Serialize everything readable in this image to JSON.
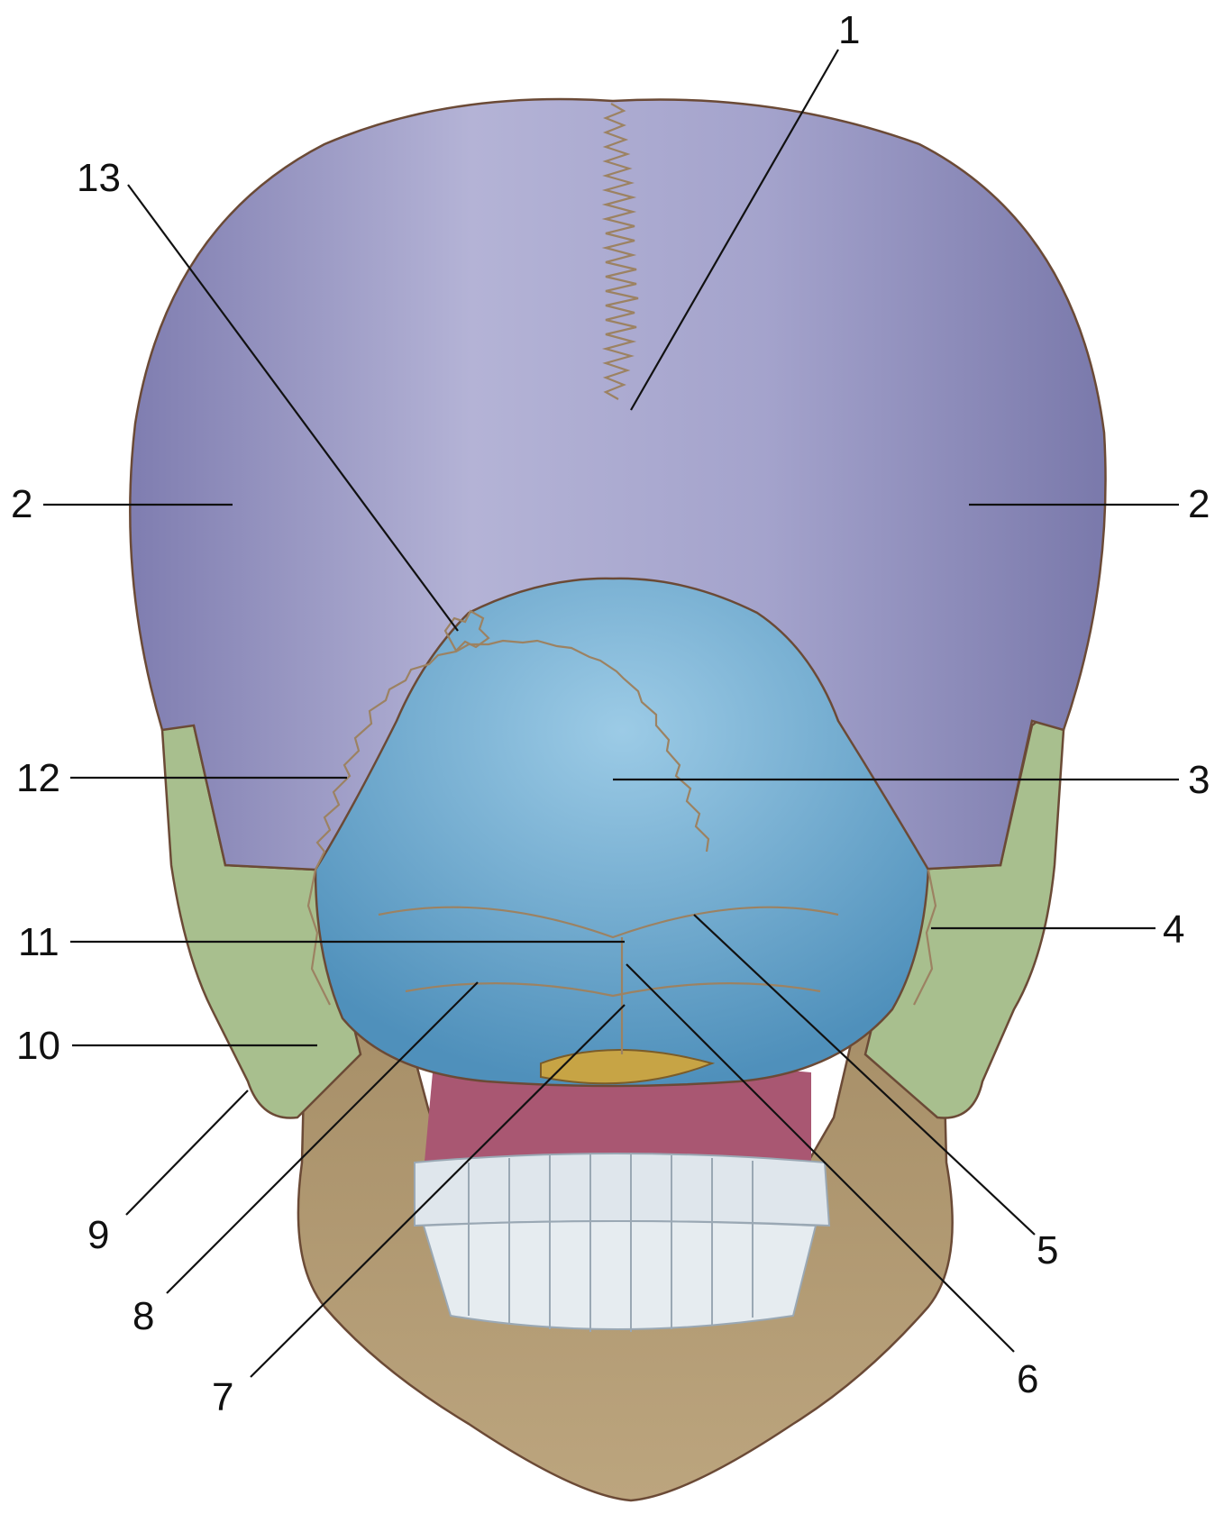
{
  "colors": {
    "parietal": "#9e9cc4",
    "parietal_shade": "#8a88b4",
    "occipital": "#7cb3d6",
    "occipital_shade": "#5e9cc4",
    "temporal_mastoid": "#a8bf8e",
    "mandible": "#b09a74",
    "palate": "#a95772",
    "basilar": "#c7a445",
    "teeth": "#dfe6ec",
    "background": "#ffffff"
  },
  "labels": {
    "l1": "1",
    "l2_left": "2",
    "l2_right": "2",
    "l3": "3",
    "l4": "4",
    "l5": "5",
    "l6": "6",
    "l7": "7",
    "l8": "8",
    "l9": "9",
    "l10": "10",
    "l11": "11",
    "l12": "12",
    "l13": "13"
  }
}
